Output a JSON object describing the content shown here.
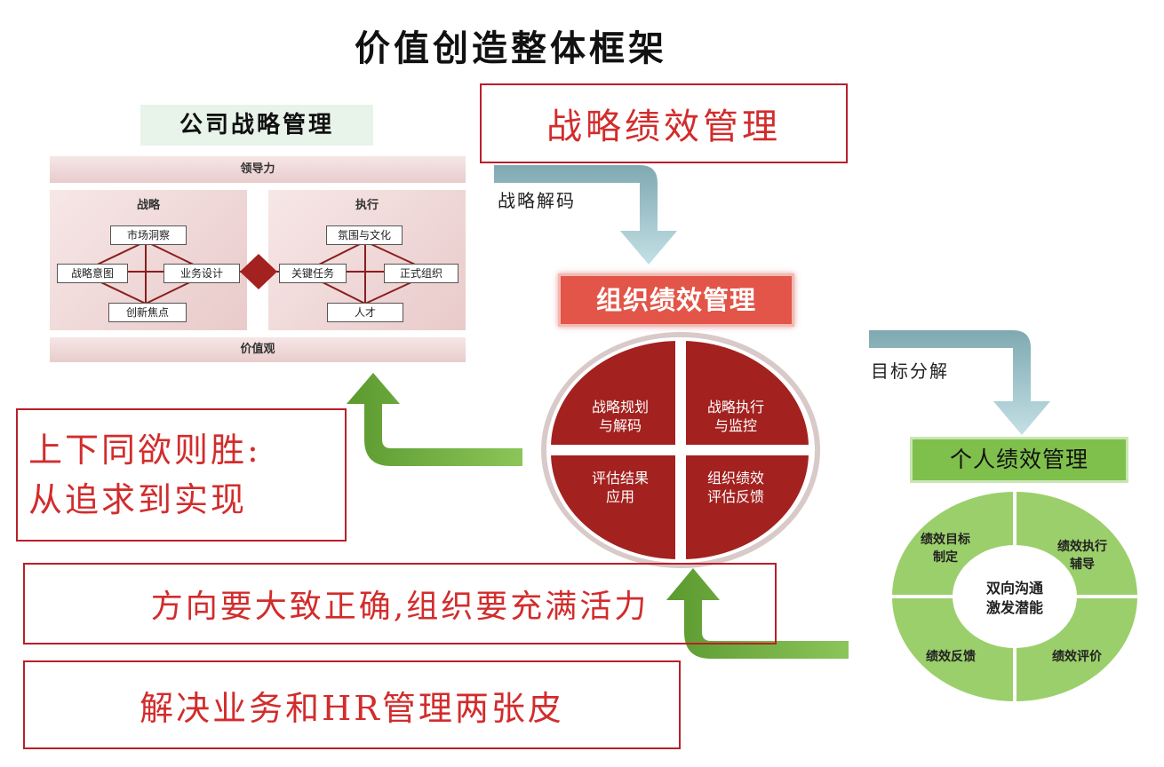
{
  "title": "价值创造整体框架",
  "strategy_mgmt": {
    "heading": "公司战略管理",
    "leadership": "领导力",
    "values": "价值观",
    "strategy": {
      "heading": "战略",
      "market_insight": "市场洞察",
      "strategic_intent": "战略意图",
      "business_design": "业务设计",
      "innovation_focus": "创新焦点"
    },
    "execution": {
      "heading": "执行",
      "climate_culture": "氛围与文化",
      "key_tasks": "关键任务",
      "formal_org": "正式组织",
      "talent": "人才"
    }
  },
  "strategic_perf": "战略绩效管理",
  "strategy_decode": "战略解码",
  "org_perf": "组织绩效管理",
  "quadrants": {
    "q1": [
      "战略规划",
      "与解码"
    ],
    "q2": [
      "战略执行",
      "与监控"
    ],
    "q3": [
      "评估结果",
      "应用"
    ],
    "q4": [
      "组织绩效",
      "评估反馈"
    ]
  },
  "target_decomp": "目标分解",
  "personal_perf": "个人绩效管理",
  "cycle": {
    "top_left": [
      "绩效目标",
      "制定"
    ],
    "top_right": [
      "绩效执行",
      "辅导"
    ],
    "bottom_left": "绩效反馈",
    "bottom_right": "绩效评价",
    "center": [
      "双向沟通",
      "激发潜能"
    ]
  },
  "slogan_left": [
    "上下同欲则胜:",
    "从追求到实现"
  ],
  "slogan_mid": "方向要大致正确,组织要充满活力",
  "slogan_bottom": "解决业务和HR管理两张皮",
  "colors": {
    "accent_red": "#d22c2c",
    "dark_red": "#a3211f",
    "green": "#6aa83a",
    "teal": "#a9cfd6"
  }
}
